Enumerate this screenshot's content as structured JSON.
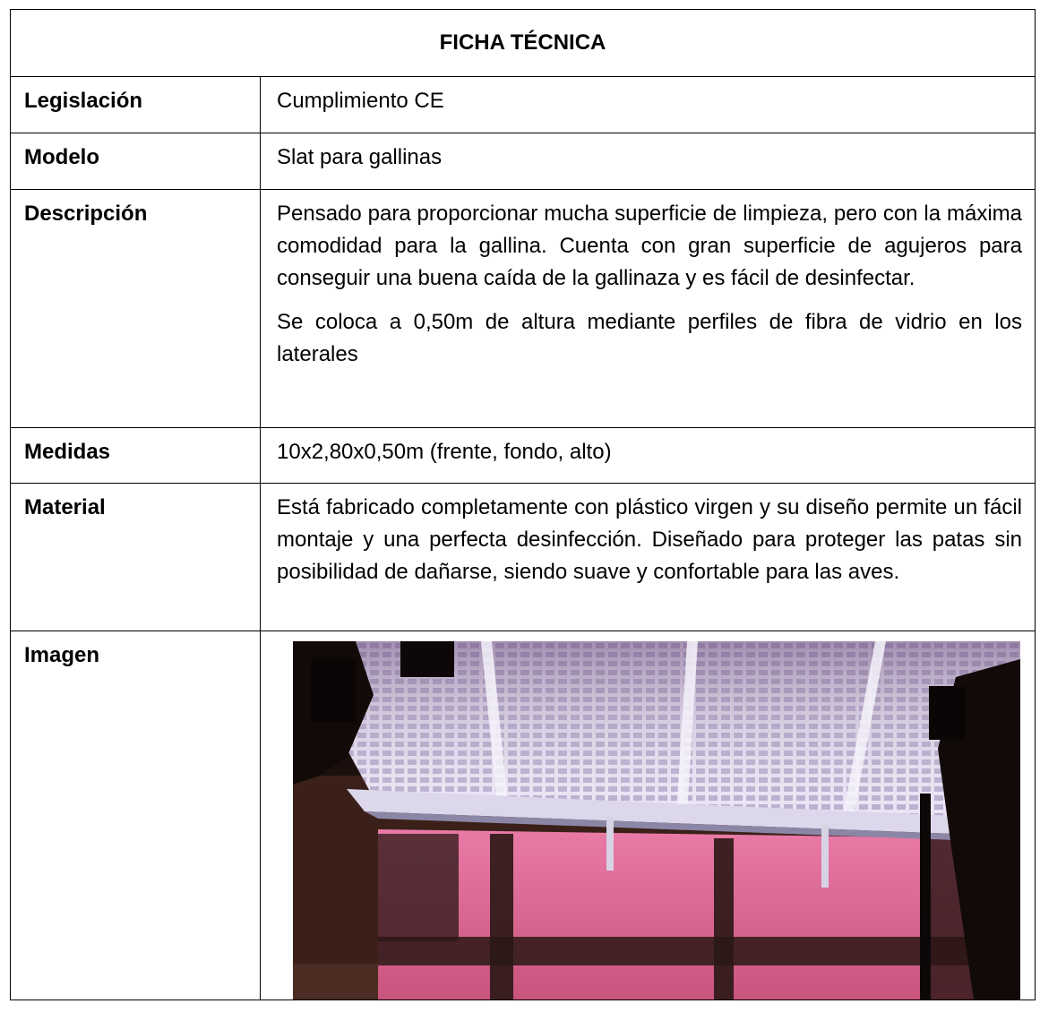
{
  "title": "FICHA TÉCNICA",
  "rows": [
    {
      "label": "Legislación",
      "paragraphs": [
        "Cumplimiento CE"
      ]
    },
    {
      "label": "Modelo",
      "paragraphs": [
        "Slat para gallinas"
      ]
    },
    {
      "label": "Descripción",
      "paragraphs": [
        "Pensado para proporcionar mucha superficie de limpieza, pero con la máxima comodidad para la gallina. Cuenta con gran superficie de agujeros para conseguir una buena caída de la gallinaza y es fácil de desinfectar.",
        "Se coloca a 0,50m de altura mediante perfiles de fibra de vidrio en los laterales"
      ]
    },
    {
      "label": "Medidas",
      "paragraphs": [
        "10x2,80x0,50m (frente, fondo, alto)"
      ]
    },
    {
      "label": "Material",
      "paragraphs": [
        "Está fabricado completamente con plástico virgen y su diseño permite un fácil montaje y una perfecta desinfección. Diseñado para proteger las patas sin posibilidad de dañarse, siendo suave y confortable para las aves."
      ]
    },
    {
      "label": "Imagen"
    }
  ]
}
